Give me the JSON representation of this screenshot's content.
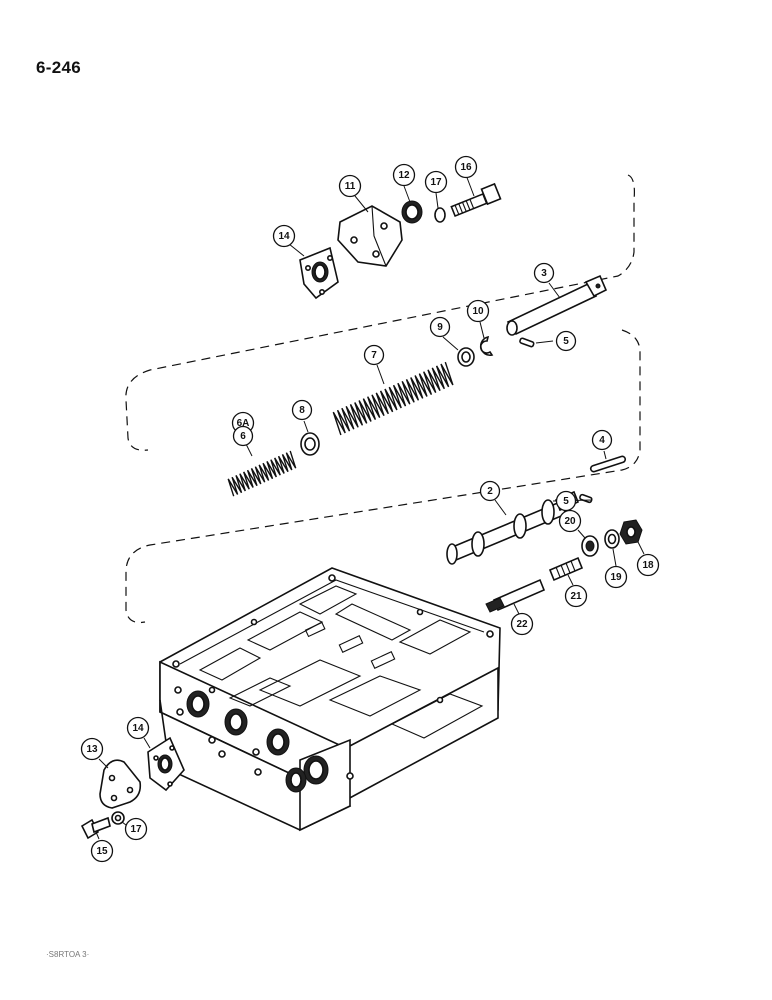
{
  "page": {
    "number": "6-246",
    "footer_code": "·S8RTOA 3·"
  },
  "callouts": [
    {
      "id": "c-16",
      "label": "16"
    },
    {
      "id": "c-17a",
      "label": "17"
    },
    {
      "id": "c-12",
      "label": "12"
    },
    {
      "id": "c-11",
      "label": "11"
    },
    {
      "id": "c-14a",
      "label": "14"
    },
    {
      "id": "c-3",
      "label": "3"
    },
    {
      "id": "c-10",
      "label": "10"
    },
    {
      "id": "c-9",
      "label": "9"
    },
    {
      "id": "c-5a",
      "label": "5"
    },
    {
      "id": "c-7",
      "label": "7"
    },
    {
      "id": "c-8",
      "label": "8"
    },
    {
      "id": "c-6a",
      "label": "6A"
    },
    {
      "id": "c-6",
      "label": "6"
    },
    {
      "id": "c-4",
      "label": "4"
    },
    {
      "id": "c-2",
      "label": "2"
    },
    {
      "id": "c-5b",
      "label": "5"
    },
    {
      "id": "c-20",
      "label": "20"
    },
    {
      "id": "c-19",
      "label": "19"
    },
    {
      "id": "c-18",
      "label": "18"
    },
    {
      "id": "c-21",
      "label": "21"
    },
    {
      "id": "c-22",
      "label": "22"
    },
    {
      "id": "c-13",
      "label": "13"
    },
    {
      "id": "c-14b",
      "label": "14"
    },
    {
      "id": "c-17b",
      "label": "17"
    },
    {
      "id": "c-15",
      "label": "15"
    }
  ]
}
